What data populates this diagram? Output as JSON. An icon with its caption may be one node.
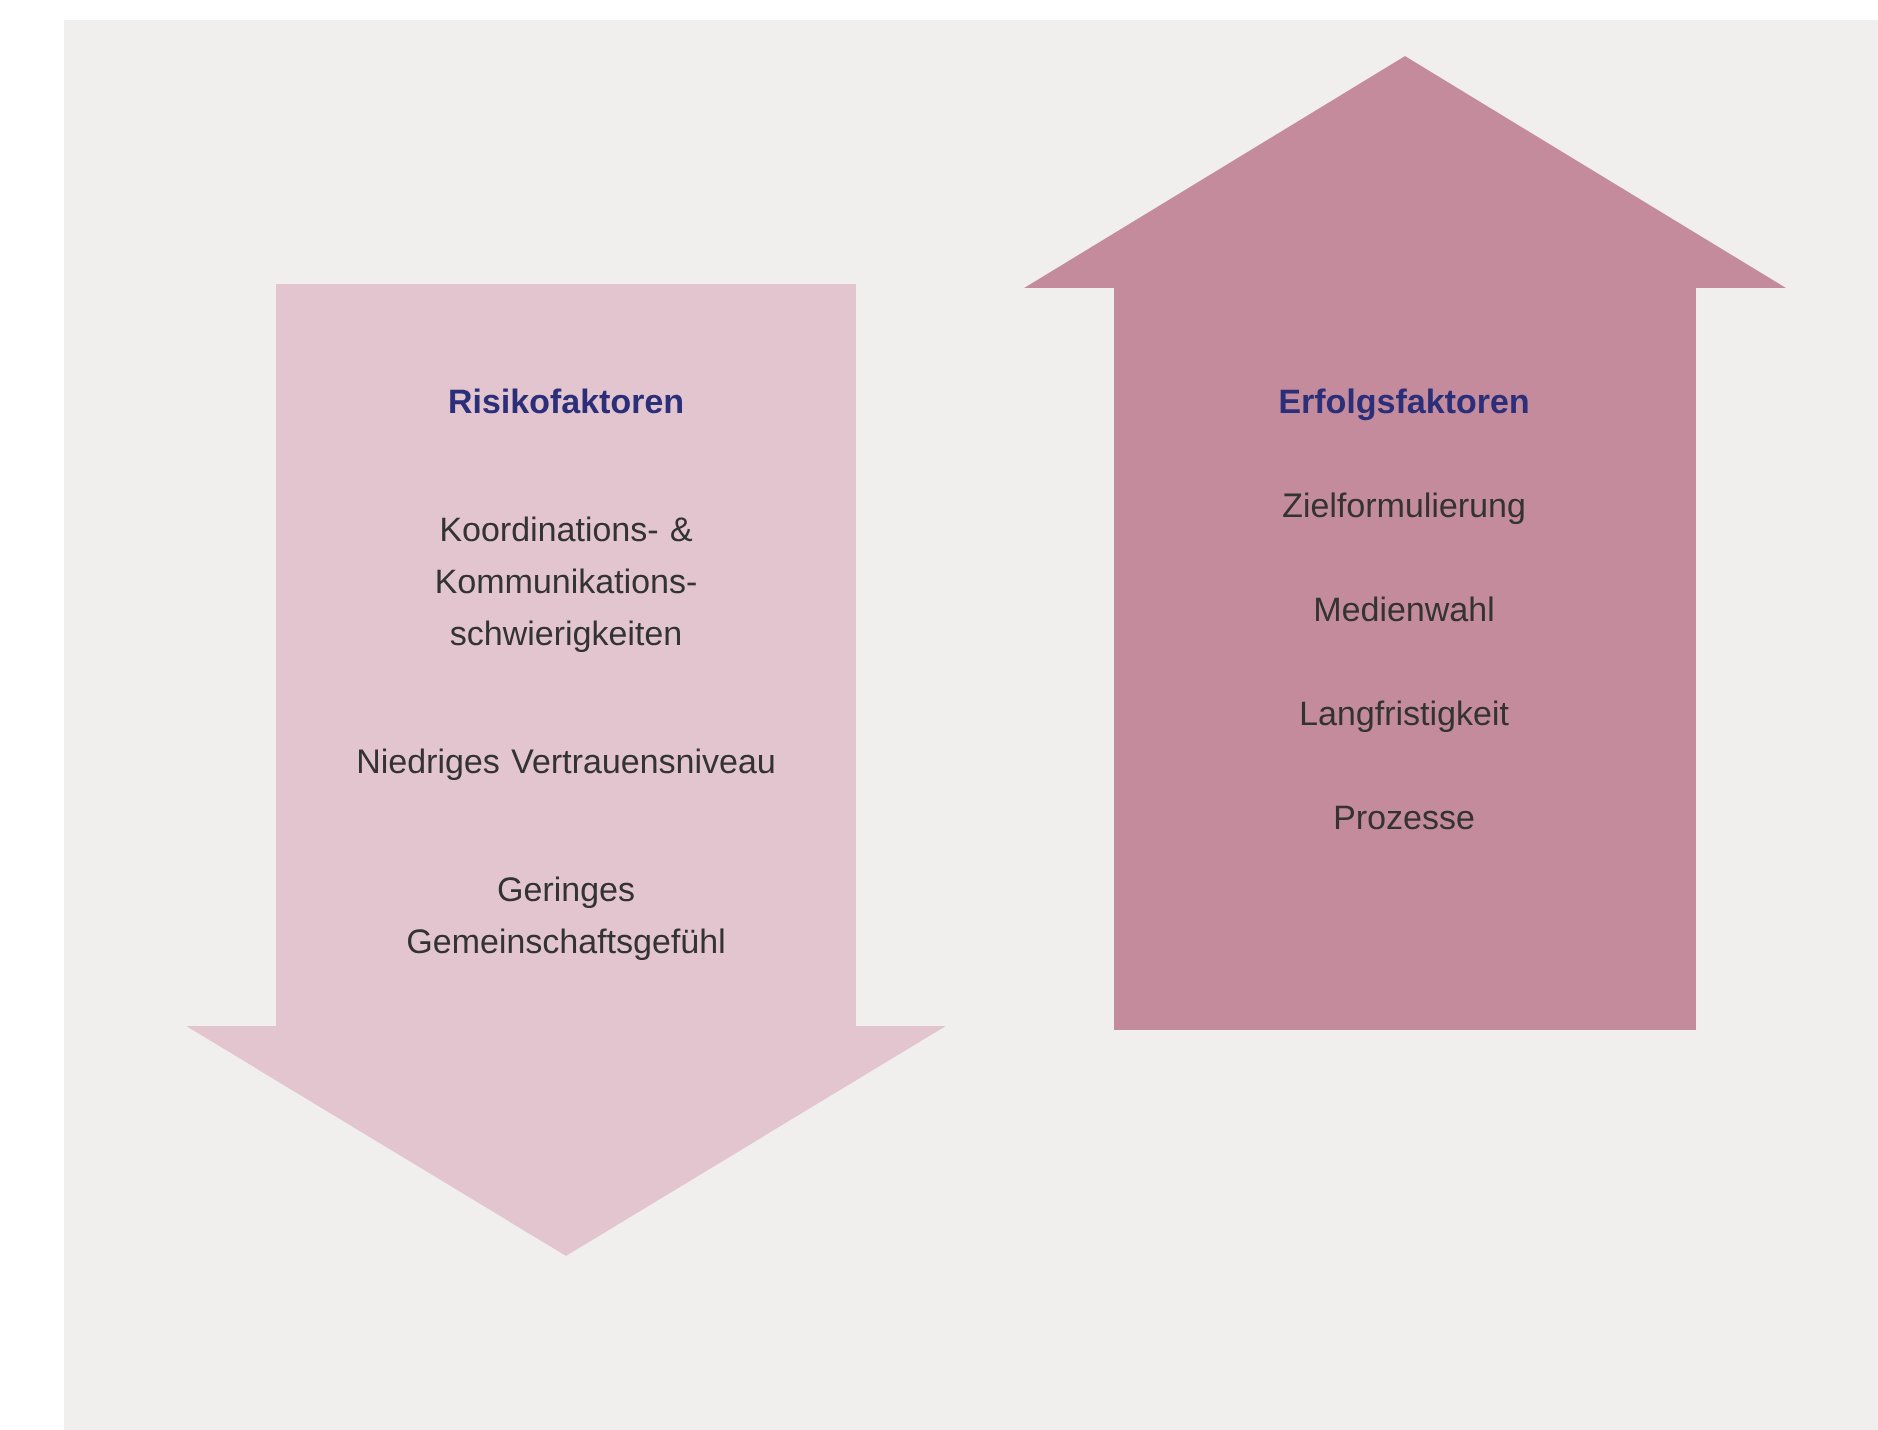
{
  "diagram": {
    "nodes": [
      {
        "text": [
          "Risikofaktoren",
          "Koordinations- & Kommunikations- schwierigkeiten",
          "Niedriges Vertrauensniveau",
          "Geringes Gemeinschaftsgefühl"
        ]
      },
      {
        "text": [
          "Erfolgsfaktoren",
          "Zielformulierung",
          "Medienwahl",
          "Langfristigkeit",
          "Prozesse"
        ]
      }
    ]
  }
}
